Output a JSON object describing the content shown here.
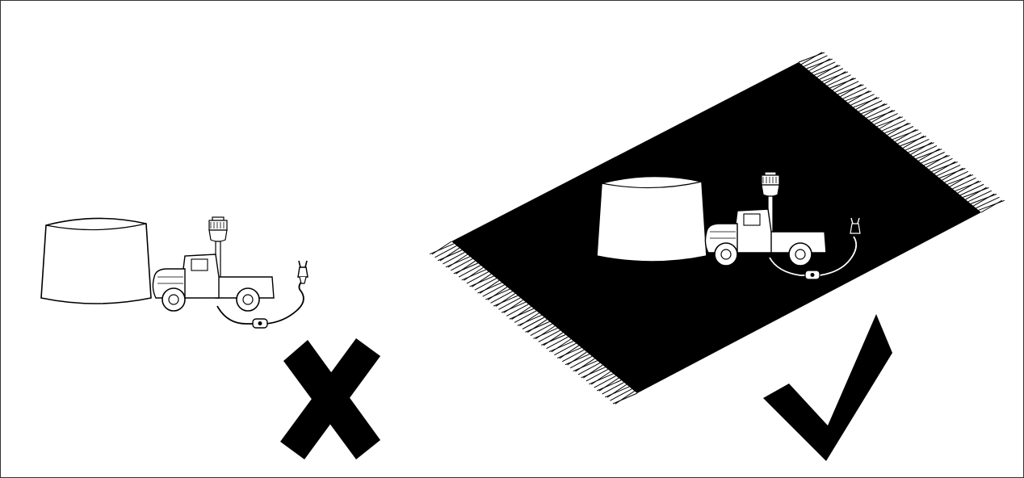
{
  "colors": {
    "ink": "#000000",
    "paper": "#ffffff",
    "shade_fill": "#ffffff",
    "frame": "#333333"
  },
  "panels": [
    {
      "id": "incorrect",
      "mark": "cross-mark",
      "surface": "bare-floor"
    },
    {
      "id": "correct",
      "mark": "check-mark",
      "surface": "fringed-rug"
    }
  ],
  "icons": [
    "lamp-shade-icon",
    "truck-lamp-base-icon",
    "power-cord-icon",
    "inline-switch-icon",
    "plug-icon",
    "cross-mark-icon",
    "check-mark-icon",
    "rug-icon"
  ]
}
